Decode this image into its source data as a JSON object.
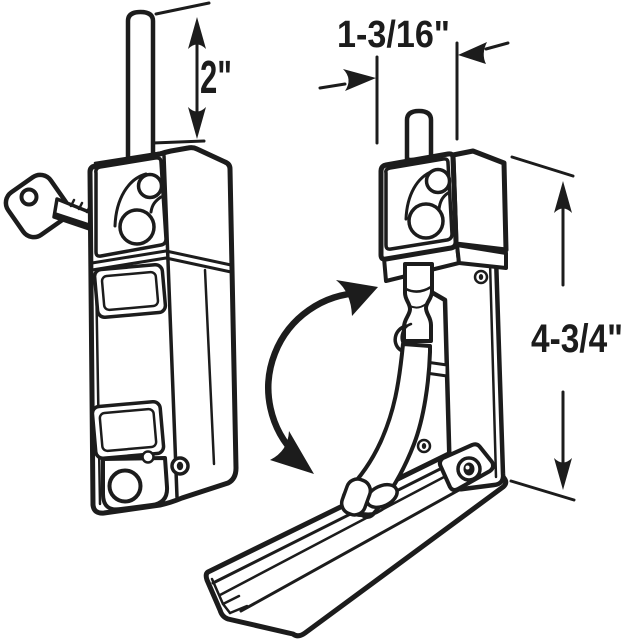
{
  "illustration": {
    "background_color": "#ffffff",
    "line_color": "#1c1c1c",
    "subject": "keyed flip-action sliding door lock, shown closed and with bar flipped down",
    "parts": [
      {
        "icon": "key-icon",
        "meaning": "key inserted toward lock cylinder"
      },
      {
        "icon": "lock-closed-view",
        "meaning": "lock body with bar stowed, stem up"
      },
      {
        "icon": "lock-open-view",
        "meaning": "lock body with bar flipped down"
      },
      {
        "icon": "rotation-arrow-icon",
        "meaning": "swing direction of flip bar"
      }
    ],
    "dimensions": {
      "rod_height": "2\"",
      "body_width": "1-3/16\"",
      "body_height": "4-3/4\""
    }
  }
}
